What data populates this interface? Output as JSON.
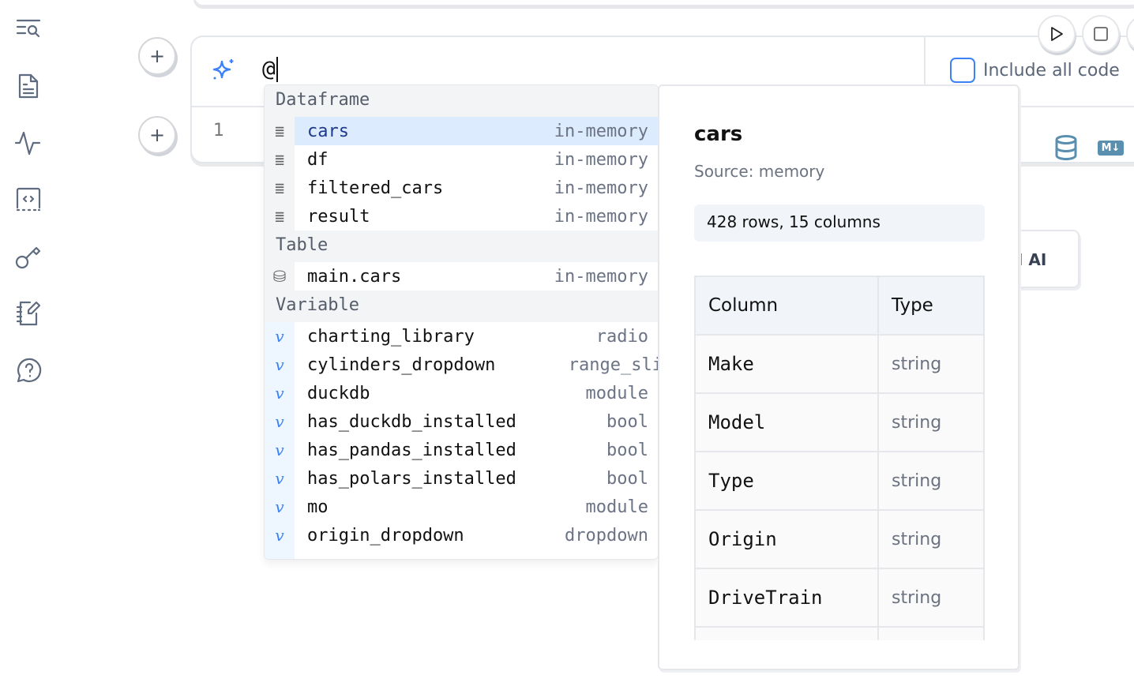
{
  "sidebar": {
    "items": [
      {
        "icon": "search-list-icon"
      },
      {
        "icon": "file-text-icon"
      },
      {
        "icon": "activity-icon"
      },
      {
        "icon": "code-block-icon"
      },
      {
        "icon": "key-icon"
      },
      {
        "icon": "notebook-pen-icon"
      },
      {
        "icon": "help-chat-icon"
      }
    ]
  },
  "cell": {
    "prompt": "@",
    "line_number": "1",
    "include_all_code": "Include all code",
    "include_all_code_checked": false,
    "ai_button_label": "I AI"
  },
  "accent_color": "#3b82f6",
  "autocomplete": {
    "sections": [
      {
        "title": "Dataframe",
        "items": [
          {
            "name": "cars",
            "type": "in-memory",
            "icon": "dataframe-icon",
            "selected": true
          },
          {
            "name": "df",
            "type": "in-memory",
            "icon": "dataframe-icon"
          },
          {
            "name": "filtered_cars",
            "type": "in-memory",
            "icon": "dataframe-icon"
          },
          {
            "name": "result",
            "type": "in-memory",
            "icon": "dataframe-icon"
          }
        ]
      },
      {
        "title": "Table",
        "items": [
          {
            "name": "main.cars",
            "type": "in-memory",
            "icon": "database-icon"
          }
        ]
      },
      {
        "title": "Variable",
        "items": [
          {
            "name": "charting_library",
            "type": "radio"
          },
          {
            "name": "cylinders_dropdown",
            "type": "range_sli"
          },
          {
            "name": "duckdb",
            "type": "module"
          },
          {
            "name": "has_duckdb_installed",
            "type": "bool"
          },
          {
            "name": "has_pandas_installed",
            "type": "bool"
          },
          {
            "name": "has_polars_installed",
            "type": "bool"
          },
          {
            "name": "mo",
            "type": "module"
          },
          {
            "name": "origin_dropdown",
            "type": "dropdown"
          }
        ]
      }
    ],
    "variable_glyph": "v",
    "dataframe_glyph": "≣",
    "table_glyph": "⛁"
  },
  "details": {
    "title": "cars",
    "source": "Source: memory",
    "stats": "428 rows, 15 columns",
    "table": {
      "headers": [
        "Column",
        "Type"
      ],
      "rows": [
        [
          "Make",
          "string"
        ],
        [
          "Model",
          "string"
        ],
        [
          "Type",
          "string"
        ],
        [
          "Origin",
          "string"
        ],
        [
          "DriveTrain",
          "string"
        ],
        [
          "",
          ""
        ]
      ]
    }
  }
}
